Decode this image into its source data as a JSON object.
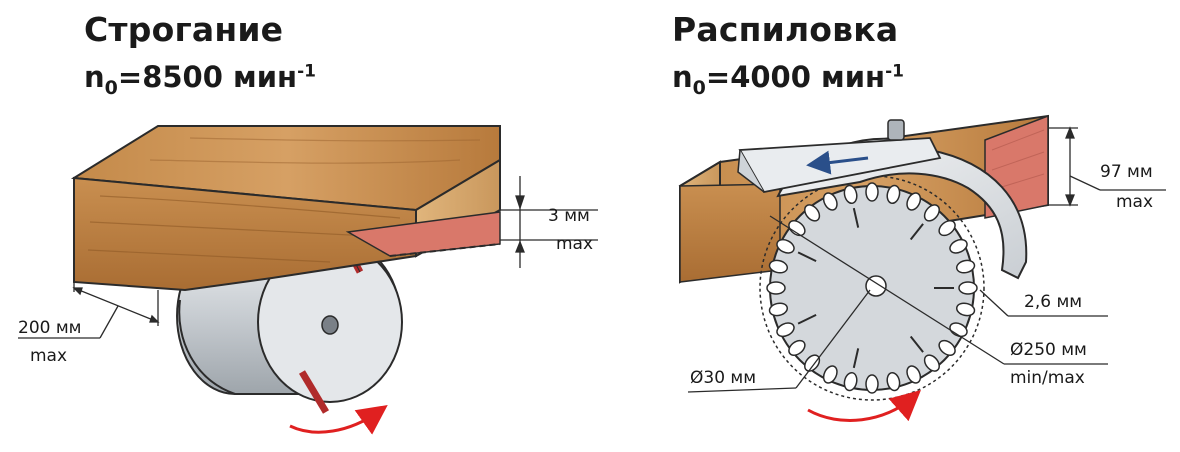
{
  "planing": {
    "title": "Строгание",
    "speed_prefix": "n",
    "speed_sub": "0",
    "speed_value": "=8500 мин",
    "speed_exp": "-1",
    "depth_value": "3 мм",
    "depth_note": "max",
    "width_value": "200 мм",
    "width_note": "max"
  },
  "sawing": {
    "title": "Распиловка",
    "speed_prefix": "n",
    "speed_sub": "0",
    "speed_value": "=4000 мин",
    "speed_exp": "-1",
    "height_value": "97 мм",
    "height_note": "max",
    "kerf_value": "2,6 мм",
    "bore_value": "Ø30 мм",
    "diameter_value": "Ø250 мм",
    "diameter_note": "min/max"
  },
  "colors": {
    "wood_light": "#d9a86a",
    "wood_dark": "#b27639",
    "cut_layer": "#d9786a",
    "metal": "#dadee2",
    "arrow": "#e02020",
    "guard_arrow": "#2a4f8a"
  }
}
